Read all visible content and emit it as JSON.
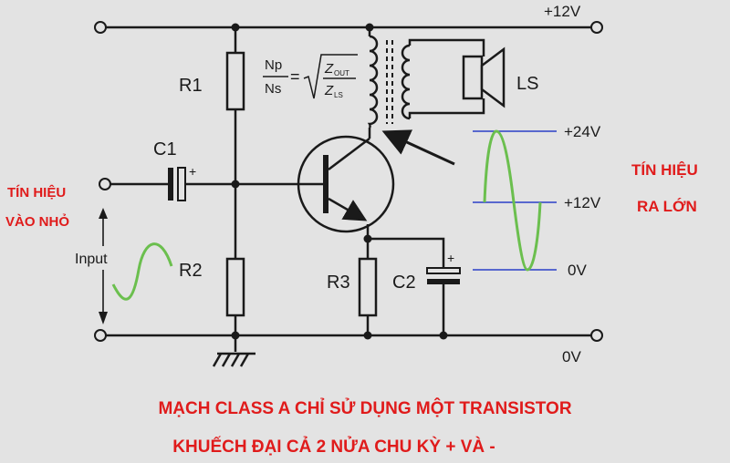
{
  "labels": {
    "vcc": "+12V",
    "gnd": "0V",
    "r1": "R1",
    "r2": "R2",
    "r3": "R3",
    "c1": "C1",
    "c2": "C2",
    "ls": "LS",
    "input": "Input",
    "plus": "+",
    "ratio_num": "Np",
    "ratio_den": "Ns",
    "eq": "=",
    "z_out": "Z",
    "z_out_sub": "OUT",
    "z_ls": "Z",
    "z_ls_sub": "LS"
  },
  "levels": {
    "top": "+24V",
    "mid": "+12V",
    "bottom": "0V"
  },
  "annotations": {
    "input_line1": "TÍN HIỆU",
    "input_line2": "VÀO NHỎ",
    "output_line1": "TÍN HIỆU",
    "output_line2": "RA LỚN"
  },
  "caption": {
    "line1": "MẠCH CLASS A CHỈ SỬ DỤNG MỘT TRANSISTOR",
    "line2": "KHUẾCH ĐẠI CẢ 2 NỬA CHU KỲ + VÀ -"
  },
  "colors": {
    "wire": "#1a1a1a",
    "level_line": "#2b3fc7",
    "wave": "#6bbf4e",
    "annotation": "#e01b1b"
  }
}
